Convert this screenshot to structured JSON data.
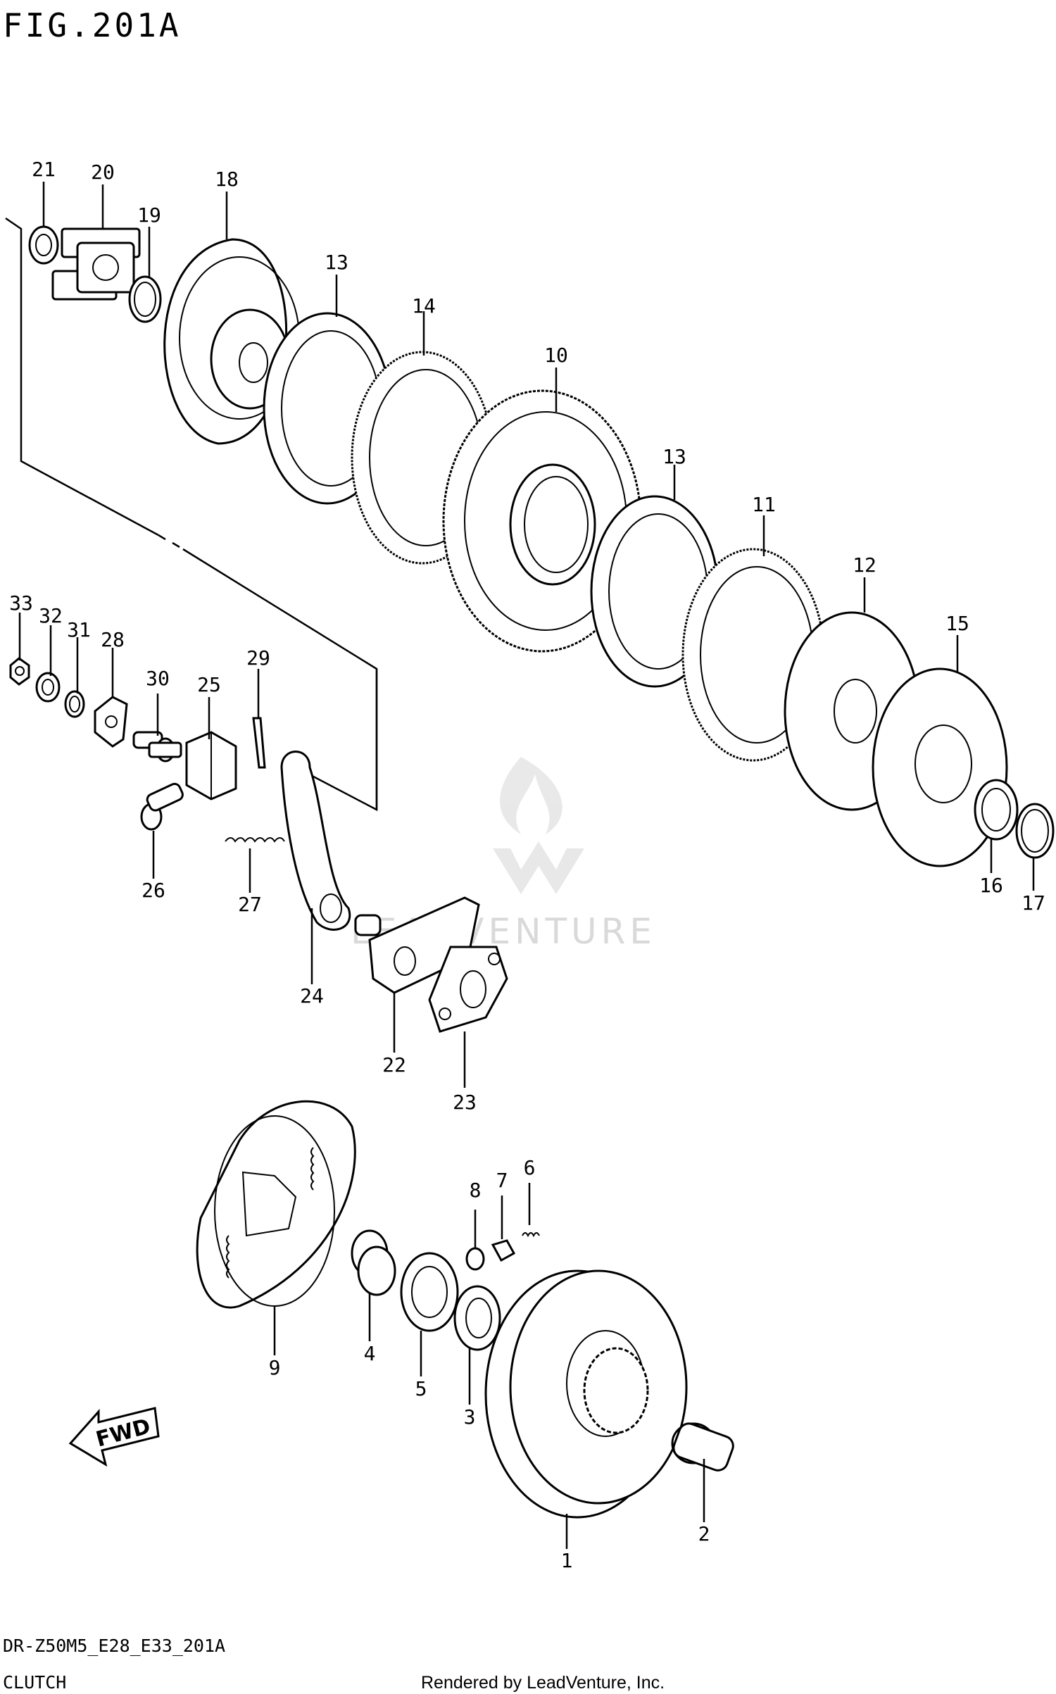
{
  "figure": {
    "title": "FIG.201A",
    "model_code": "DR-Z50M5_E28_E33_201A",
    "section": "CLUTCH",
    "credit": "Rendered by LeadVenture, Inc.",
    "watermark": "LEADVENTURE",
    "fwd_label": "FWD"
  },
  "callouts": [
    {
      "id": "1",
      "label": "1"
    },
    {
      "id": "2",
      "label": "2"
    },
    {
      "id": "3",
      "label": "3"
    },
    {
      "id": "4",
      "label": "4"
    },
    {
      "id": "5",
      "label": "5"
    },
    {
      "id": "6",
      "label": "6"
    },
    {
      "id": "7",
      "label": "7"
    },
    {
      "id": "8",
      "label": "8"
    },
    {
      "id": "9",
      "label": "9"
    },
    {
      "id": "10",
      "label": "10"
    },
    {
      "id": "11",
      "label": "11"
    },
    {
      "id": "12",
      "label": "12"
    },
    {
      "id": "13a",
      "label": "13"
    },
    {
      "id": "13b",
      "label": "13"
    },
    {
      "id": "14",
      "label": "14"
    },
    {
      "id": "15",
      "label": "15"
    },
    {
      "id": "16",
      "label": "16"
    },
    {
      "id": "17",
      "label": "17"
    },
    {
      "id": "18",
      "label": "18"
    },
    {
      "id": "19",
      "label": "19"
    },
    {
      "id": "20",
      "label": "20"
    },
    {
      "id": "21",
      "label": "21"
    },
    {
      "id": "22",
      "label": "22"
    },
    {
      "id": "23",
      "label": "23"
    },
    {
      "id": "24",
      "label": "24"
    },
    {
      "id": "25",
      "label": "25"
    },
    {
      "id": "26",
      "label": "26"
    },
    {
      "id": "27",
      "label": "27"
    },
    {
      "id": "28",
      "label": "28"
    },
    {
      "id": "29",
      "label": "29"
    },
    {
      "id": "30",
      "label": "30"
    },
    {
      "id": "31",
      "label": "31"
    },
    {
      "id": "32",
      "label": "32"
    },
    {
      "id": "33",
      "label": "33"
    }
  ]
}
